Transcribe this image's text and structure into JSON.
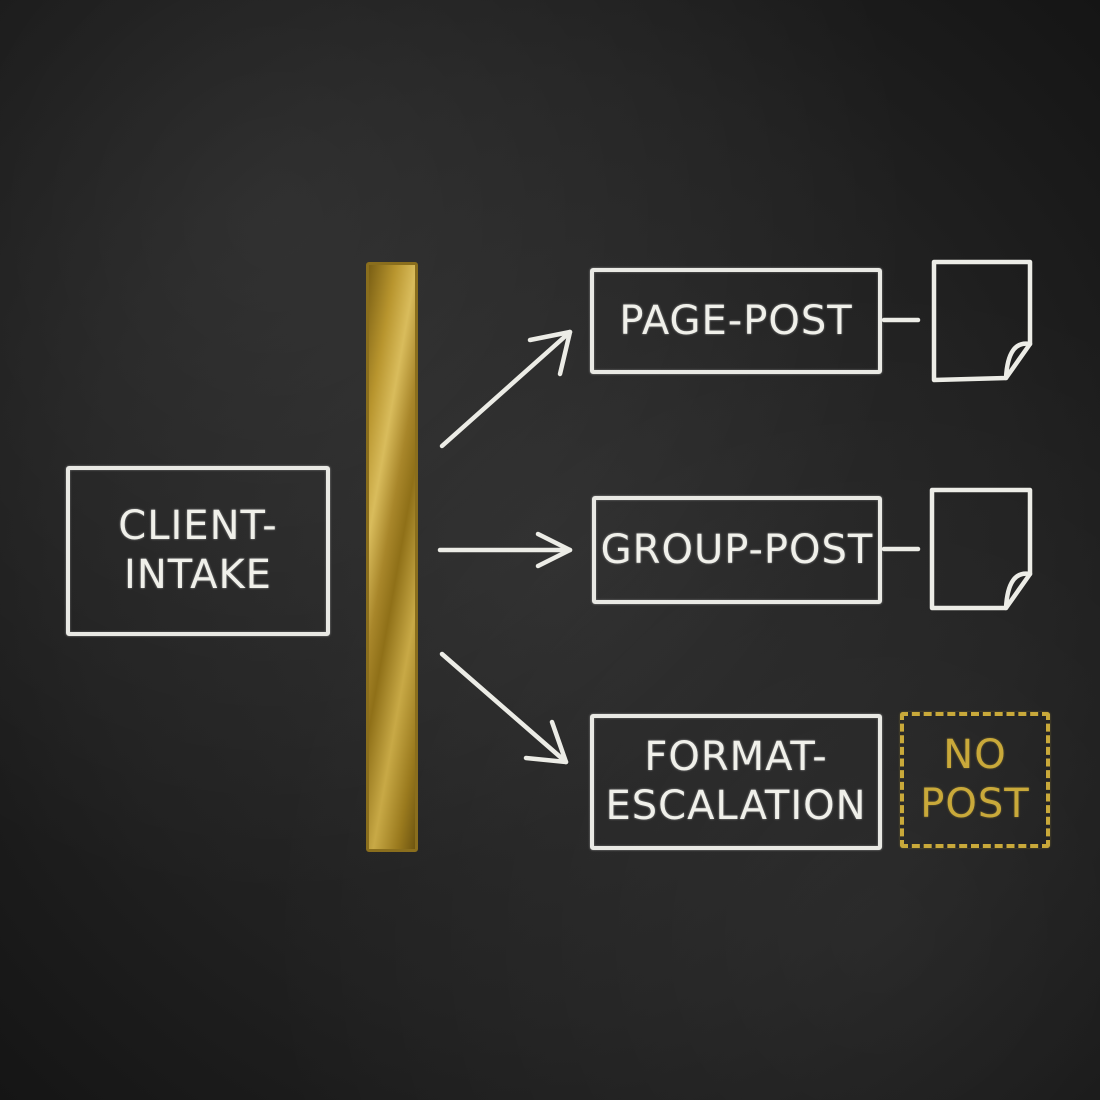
{
  "diagram": {
    "source_node": {
      "label_lines": [
        "CLIENT-",
        "INTAKE"
      ]
    },
    "divider": {
      "color": "#c9a93a"
    },
    "branches": [
      {
        "label_lines": [
          "PAGE-POST"
        ],
        "outcome": "document-icon"
      },
      {
        "label_lines": [
          "GROUP-POST"
        ],
        "outcome": "document-icon"
      },
      {
        "label_lines": [
          "FORMAT-",
          "ESCALATION"
        ],
        "outcome": "no-post"
      }
    ],
    "no_post": {
      "label_lines": [
        "NO",
        "POST"
      ],
      "color": "#c9a93a"
    },
    "colors": {
      "chalk": "#ecece6",
      "board": "#202020",
      "gold": "#c9a93a"
    }
  }
}
